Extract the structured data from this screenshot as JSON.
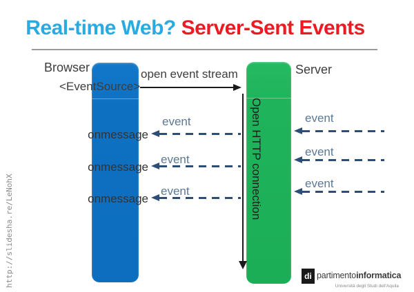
{
  "title": {
    "question": "Real-time Web?",
    "answer": " Server-Sent Events"
  },
  "share_url": "http://slidesha.re/LeNohX",
  "actors": {
    "browser": "Browser",
    "server": "Server"
  },
  "labels": {
    "eventsource": "<EventSource>",
    "open_event_stream": "open event stream",
    "open_http_connection": "Open HTTP connection"
  },
  "browser_events": [
    {
      "event": "event",
      "handler": "onmessage"
    },
    {
      "event": "event",
      "handler": "onmessage"
    },
    {
      "event": "event",
      "handler": "onmessage"
    }
  ],
  "server_events": [
    {
      "event": "event"
    },
    {
      "event": "event"
    },
    {
      "event": "event"
    }
  ],
  "logo": {
    "initials": "di",
    "name_regular": "partimento",
    "name_bold": "informatica",
    "subtitle": "Università degli Studi dell'Aquila"
  },
  "colors": {
    "title_question": "#29ABE2",
    "title_answer": "#EC1B23",
    "browser_bar": "#0E70C1",
    "server_bar": "#1FB35B",
    "dashed_arrow": "#2C4D76",
    "event_text": "#5C7893",
    "rule_gray": "#999999"
  }
}
